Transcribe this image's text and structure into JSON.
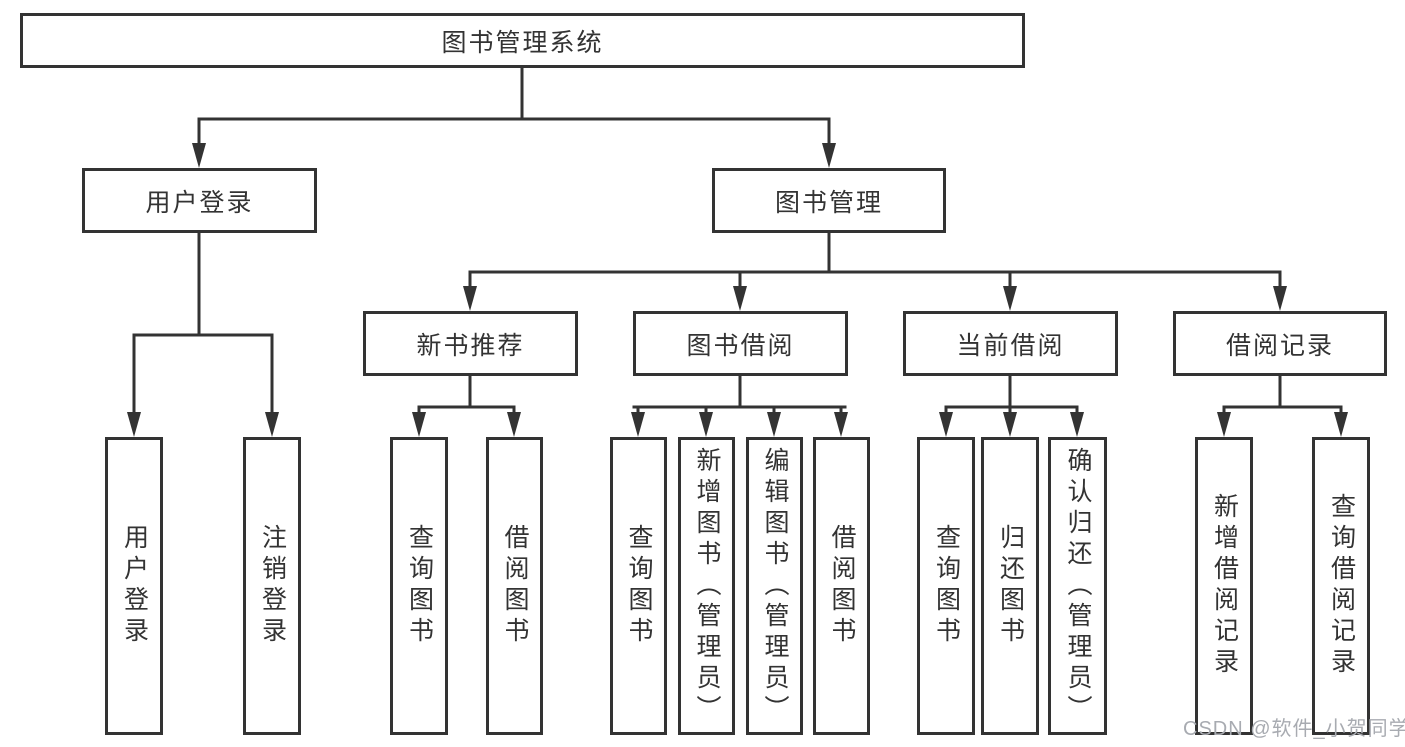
{
  "diagram": {
    "type": "hierarchy-tree",
    "background": "#ffffff",
    "colors": {
      "line": "#333333",
      "box_border": "#333333",
      "text": "#333333",
      "watermark": "#a8abb1"
    },
    "watermark": "CSDN @软件_小贺同学",
    "nodes": {
      "root": "图书管理系统",
      "userLogin": "用户登录",
      "bookMgmt": "图书管理",
      "newBookRec": "新书推荐",
      "bookBorrow": "图书借阅",
      "currentBorrow": "当前借阅",
      "borrowRecords": "借阅记录",
      "userLoginLeaf": "用户登录",
      "logoutLeaf": "注销登录",
      "queryBooks1": "查询图书",
      "borrowBooks1": "借阅图书",
      "queryBooks2": "查询图书",
      "addBooks": "新增图书（管理员）",
      "editBooks": "编辑图书（管理员）",
      "borrowBooks2": "借阅图书",
      "queryBooks3": "查询图书",
      "returnBooks": "归还图书",
      "confirmReturn": "确认归还（管理员）",
      "addBorrowRecord": "新增借阅记录",
      "queryBorrowRecord": "查询借阅记录"
    },
    "edges": [
      {
        "from": "root",
        "to": "userLogin"
      },
      {
        "from": "root",
        "to": "bookMgmt"
      },
      {
        "from": "userLogin",
        "to": "userLoginLeaf"
      },
      {
        "from": "userLogin",
        "to": "logoutLeaf"
      },
      {
        "from": "bookMgmt",
        "to": "newBookRec"
      },
      {
        "from": "bookMgmt",
        "to": "bookBorrow"
      },
      {
        "from": "bookMgmt",
        "to": "currentBorrow"
      },
      {
        "from": "bookMgmt",
        "to": "borrowRecords"
      },
      {
        "from": "newBookRec",
        "to": "queryBooks1"
      },
      {
        "from": "newBookRec",
        "to": "borrowBooks1"
      },
      {
        "from": "bookBorrow",
        "to": "queryBooks2"
      },
      {
        "from": "bookBorrow",
        "to": "addBooks"
      },
      {
        "from": "bookBorrow",
        "to": "editBooks"
      },
      {
        "from": "bookBorrow",
        "to": "borrowBooks2"
      },
      {
        "from": "currentBorrow",
        "to": "queryBooks3"
      },
      {
        "from": "currentBorrow",
        "to": "returnBooks"
      },
      {
        "from": "currentBorrow",
        "to": "confirmReturn"
      },
      {
        "from": "borrowRecords",
        "to": "addBorrowRecord"
      },
      {
        "from": "borrowRecords",
        "to": "queryBorrowRecord"
      }
    ]
  }
}
